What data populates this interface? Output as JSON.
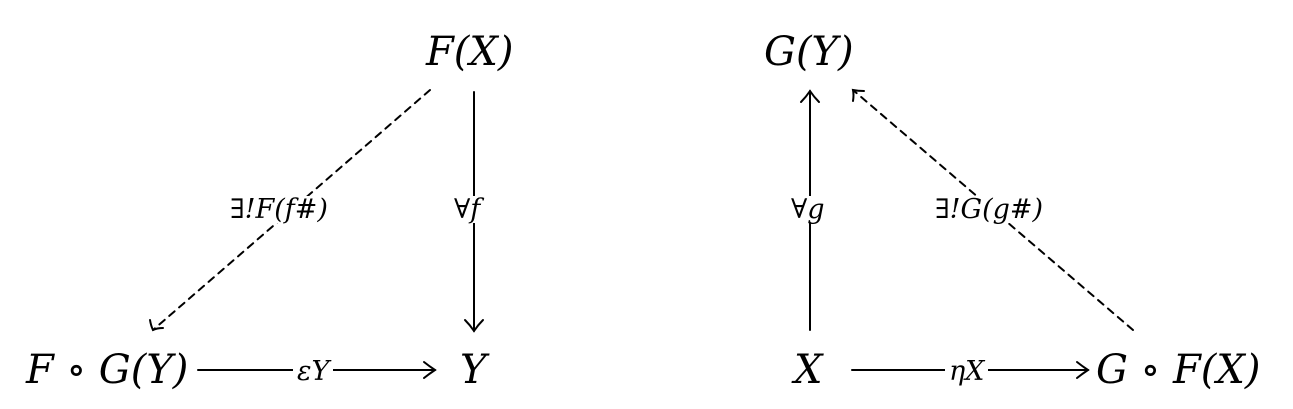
{
  "diagrams": [
    {
      "nodes": {
        "top": "F(X)",
        "bottom_left": "F ∘ G(Y)",
        "bottom_right": "Y"
      },
      "edges": {
        "dashed": "∃!F(f#)",
        "vertical": "∀f",
        "horizontal": "εY"
      }
    },
    {
      "nodes": {
        "top": "G(Y)",
        "bottom_left": "X",
        "bottom_right": "G ∘ F(X)"
      },
      "edges": {
        "vertical": "∀g",
        "dashed": "∃!G(g#)",
        "horizontal": "ηX"
      }
    }
  ]
}
